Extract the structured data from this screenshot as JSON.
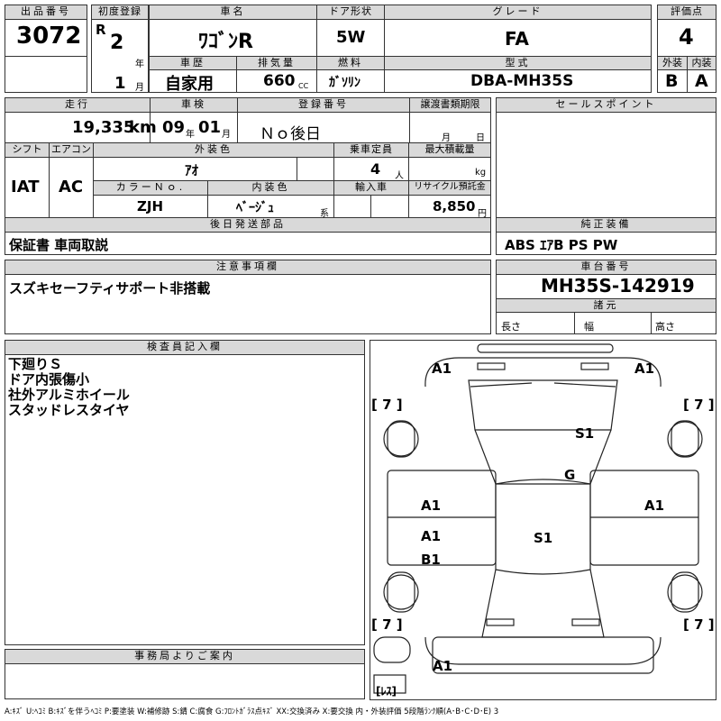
{
  "header": {
    "lot_label": "出品番号",
    "lot_value": "3072",
    "reg_label": "初度登録",
    "era": "R",
    "reg_year": "2",
    "year_unit": "年",
    "reg_month": "1",
    "month_unit": "月",
    "name_label": "車名",
    "name_value": "ﾜｺﾞﾝR",
    "history_label": "車歴",
    "history_value": "自家用",
    "displacement_label": "排気量",
    "displacement_value": "660",
    "displacement_unit": "CC",
    "door_label": "ドア形状",
    "door_value": "5W",
    "fuel_label": "燃料",
    "fuel_value": "ｶﾞｿﾘﾝ",
    "grade_label": "グレード",
    "grade_value": "FA",
    "model_label": "型式",
    "model_value": "DBA-MH35S",
    "score_label": "評価点",
    "score_value": "4",
    "ext_label": "外装",
    "ext_value": "B",
    "int_label": "内装",
    "int_value": "A"
  },
  "row2": {
    "mileage_label": "走行",
    "mileage_value": "19,335",
    "mileage_unit": "km",
    "inspection_label": "車検",
    "insp_year": "09",
    "insp_year_unit": "年",
    "insp_month": "01",
    "insp_month_unit": "月",
    "plate_label": "登録番号",
    "plate_value": "Ｎｏ後日",
    "transfer_label": "譲渡書類期限",
    "transfer_month": "月",
    "transfer_day": "日",
    "sales_label": "セールスポイント"
  },
  "row3": {
    "shift_label": "シフト",
    "shift_value": "IAT",
    "ac_label": "エアコン",
    "ac_value": "AC",
    "color_label": "外装色",
    "color_value": "ｱｵ",
    "capacity_label": "乗車定員",
    "capacity_value": "4",
    "capacity_unit": "人",
    "load_label": "最大積載量",
    "load_unit": "kg",
    "color_no_label": "カラーＮｏ.",
    "color_no_value": "ZJH",
    "interior_label": "内装色",
    "interior_value": "ﾍﾞｰｼﾞｭ",
    "interior_unit": "系",
    "import_label": "輸入車",
    "recycle_label": "リサイクル預託金",
    "recycle_value": "8,850",
    "recycle_unit": "円"
  },
  "row4": {
    "later_label": "後日発送部品",
    "later_value": "保証書 車両取説",
    "equip_label": "純正装備",
    "equip_value": "ABS ｴｱB PS PW"
  },
  "row5": {
    "caution_label": "注意事項欄",
    "caution_value": "スズキセーフティサポート非搭載",
    "chassis_label": "車台番号",
    "chassis_value": "MH35S-142919",
    "spec_label": "諸元",
    "length_label": "長さ",
    "width_label": "幅",
    "height_label": "高さ"
  },
  "inspector": {
    "label": "検査員記入欄",
    "lines": [
      "下廻りＳ",
      "ドア内張傷小",
      "社外アルミホイール",
      "スタッドレスタイヤ"
    ]
  },
  "office": {
    "label": "事務局よりご案内"
  },
  "car_marks": {
    "front_left": "A1",
    "front_right": "A1",
    "tire_fl": "[ 7 ]",
    "tire_fr": "[ 7 ]",
    "tire_rl": "[ 7 ]",
    "tire_rr": "[ 7 ]",
    "windshield": "S1",
    "hood": "G",
    "left_front_door": "A1",
    "right_front_door": "A1",
    "left_rear_door": "A1",
    "left_rear_panel": "B1",
    "roof": "S1",
    "rear_bumper": "A1",
    "spare": "[ﾚｽ]"
  },
  "legend": "A:ｷｽﾞ U:ﾍｺﾐ B:ｷｽﾞを伴うﾍｺﾐ P:要塗装 W:補修跡 S:錆 C:腐食 G:ﾌﾛﾝﾄｶﾞﾗｽ点ｷｽﾞ XX:交換済み X:要交換  内・外装評価 5段階ﾗﾝｸ順(A･B･C･D･E) 3"
}
